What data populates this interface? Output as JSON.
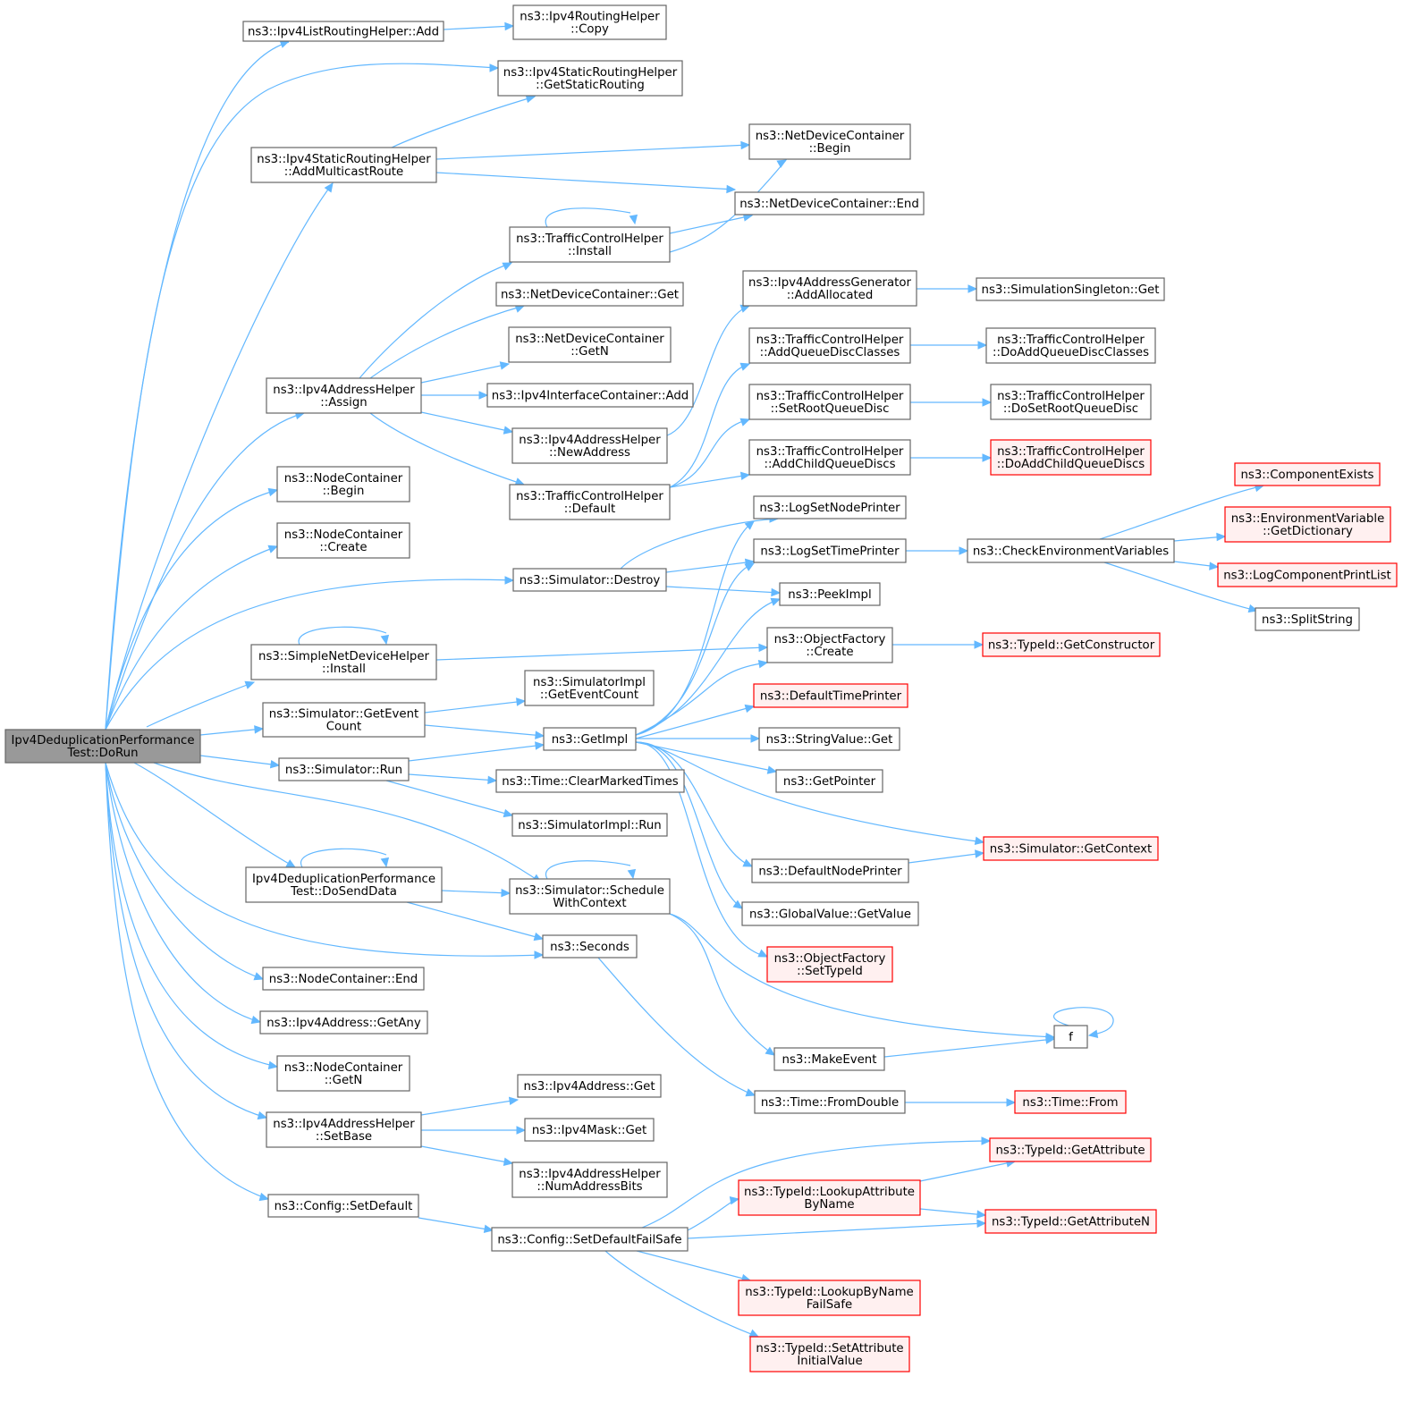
{
  "diagram": {
    "colors": {
      "edge": "#63b8ff",
      "node_border": "#666666",
      "root_fill": "#999999",
      "truncated_fill": "#fff0f0",
      "truncated_border": "#ff0000"
    },
    "nodes": [
      {
        "id": "root",
        "lines": [
          "Ipv4DeduplicationPerformance",
          "Test::DoRun"
        ],
        "style": "root"
      },
      {
        "id": "lrh_add",
        "lines": [
          "ns3::Ipv4ListRoutingHelper::Add"
        ]
      },
      {
        "id": "rh_copy",
        "lines": [
          "ns3::Ipv4RoutingHelper",
          "::Copy"
        ]
      },
      {
        "id": "srh_gsr",
        "lines": [
          "ns3::Ipv4StaticRoutingHelper",
          "::GetStaticRouting"
        ]
      },
      {
        "id": "srh_amr",
        "lines": [
          "ns3::Ipv4StaticRoutingHelper",
          "::AddMulticastRoute"
        ]
      },
      {
        "id": "ndc_begin",
        "lines": [
          "ns3::NetDeviceContainer",
          "::Begin"
        ]
      },
      {
        "id": "ndc_end",
        "lines": [
          "ns3::NetDeviceContainer::End"
        ]
      },
      {
        "id": "tch_install",
        "lines": [
          "ns3::TrafficControlHelper",
          "::Install"
        ]
      },
      {
        "id": "ndc_get",
        "lines": [
          "ns3::NetDeviceContainer::Get"
        ]
      },
      {
        "id": "ag_alloc",
        "lines": [
          "ns3::Ipv4AddressGenerator",
          "::AddAllocated"
        ]
      },
      {
        "id": "ss_get",
        "lines": [
          "ns3::SimulationSingleton::Get"
        ]
      },
      {
        "id": "ndc_getn",
        "lines": [
          "ns3::NetDeviceContainer",
          "::GetN"
        ]
      },
      {
        "id": "tch_aqdc",
        "lines": [
          "ns3::TrafficControlHelper",
          "::AddQueueDiscClasses"
        ]
      },
      {
        "id": "tch_doaqdc",
        "lines": [
          "ns3::TrafficControlHelper",
          "::DoAddQueueDiscClasses"
        ]
      },
      {
        "id": "ah_assign",
        "lines": [
          "ns3::Ipv4AddressHelper",
          "::Assign"
        ]
      },
      {
        "id": "ic_add",
        "lines": [
          "ns3::Ipv4InterfaceContainer::Add"
        ]
      },
      {
        "id": "tch_srqd",
        "lines": [
          "ns3::TrafficControlHelper",
          "::SetRootQueueDisc"
        ]
      },
      {
        "id": "tch_dosrqd",
        "lines": [
          "ns3::TrafficControlHelper",
          "::DoSetRootQueueDisc"
        ]
      },
      {
        "id": "ah_newaddr",
        "lines": [
          "ns3::Ipv4AddressHelper",
          "::NewAddress"
        ]
      },
      {
        "id": "tch_acqd",
        "lines": [
          "ns3::TrafficControlHelper",
          "::AddChildQueueDiscs"
        ]
      },
      {
        "id": "tch_doacqd",
        "lines": [
          "ns3::TrafficControlHelper",
          "::DoAddChildQueueDiscs"
        ],
        "style": "trunc"
      },
      {
        "id": "nc_begin",
        "lines": [
          "ns3::NodeContainer",
          "::Begin"
        ]
      },
      {
        "id": "tch_default",
        "lines": [
          "ns3::TrafficControlHelper",
          "::Default"
        ]
      },
      {
        "id": "comp_exists",
        "lines": [
          "ns3::ComponentExists"
        ],
        "style": "trunc"
      },
      {
        "id": "log_snp",
        "lines": [
          "ns3::LogSetNodePrinter"
        ]
      },
      {
        "id": "env_getdict",
        "lines": [
          "ns3::EnvironmentVariable",
          "::GetDictionary"
        ],
        "style": "trunc"
      },
      {
        "id": "nc_create",
        "lines": [
          "ns3::NodeContainer",
          "::Create"
        ]
      },
      {
        "id": "log_stp",
        "lines": [
          "ns3::LogSetTimePrinter"
        ]
      },
      {
        "id": "check_env",
        "lines": [
          "ns3::CheckEnvironmentVariables"
        ]
      },
      {
        "id": "log_cpl",
        "lines": [
          "ns3::LogComponentPrintList"
        ],
        "style": "trunc"
      },
      {
        "id": "sim_destroy",
        "lines": [
          "ns3::Simulator::Destroy"
        ]
      },
      {
        "id": "peekimpl",
        "lines": [
          "ns3::PeekImpl"
        ]
      },
      {
        "id": "split_string",
        "lines": [
          "ns3::SplitString"
        ]
      },
      {
        "id": "snd_install",
        "lines": [
          "ns3::SimpleNetDeviceHelper",
          "::Install"
        ]
      },
      {
        "id": "of_create",
        "lines": [
          "ns3::ObjectFactory",
          "::Create"
        ]
      },
      {
        "id": "tid_getctor",
        "lines": [
          "ns3::TypeId::GetConstructor"
        ],
        "style": "trunc"
      },
      {
        "id": "simimpl_gec",
        "lines": [
          "ns3::SimulatorImpl",
          "::GetEventCount"
        ]
      },
      {
        "id": "def_tp",
        "lines": [
          "ns3::DefaultTimePrinter"
        ],
        "style": "trunc"
      },
      {
        "id": "sim_gec",
        "lines": [
          "ns3::Simulator::GetEvent",
          "Count"
        ]
      },
      {
        "id": "getimpl",
        "lines": [
          "ns3::GetImpl"
        ]
      },
      {
        "id": "sv_get",
        "lines": [
          "ns3::StringValue::Get"
        ]
      },
      {
        "id": "sim_run",
        "lines": [
          "ns3::Simulator::Run"
        ]
      },
      {
        "id": "t_cmt",
        "lines": [
          "ns3::Time::ClearMarkedTimes"
        ]
      },
      {
        "id": "getptr",
        "lines": [
          "ns3::GetPointer"
        ]
      },
      {
        "id": "simimpl_run",
        "lines": [
          "ns3::SimulatorImpl::Run"
        ]
      },
      {
        "id": "sim_getctx",
        "lines": [
          "ns3::Simulator::GetContext"
        ],
        "style": "trunc"
      },
      {
        "id": "def_np",
        "lines": [
          "ns3::DefaultNodePrinter"
        ]
      },
      {
        "id": "dosend",
        "lines": [
          "Ipv4DeduplicationPerformance",
          "Test::DoSendData"
        ]
      },
      {
        "id": "sim_swc",
        "lines": [
          "ns3::Simulator::Schedule",
          "WithContext"
        ]
      },
      {
        "id": "gv_getval",
        "lines": [
          "ns3::GlobalValue::GetValue"
        ]
      },
      {
        "id": "seconds",
        "lines": [
          "ns3::Seconds"
        ]
      },
      {
        "id": "of_settid",
        "lines": [
          "ns3::ObjectFactory",
          "::SetTypeId"
        ],
        "style": "trunc"
      },
      {
        "id": "nc_end",
        "lines": [
          "ns3::NodeContainer::End"
        ]
      },
      {
        "id": "f",
        "lines": [
          "f"
        ]
      },
      {
        "id": "a_getany",
        "lines": [
          "ns3::Ipv4Address::GetAny"
        ]
      },
      {
        "id": "make_event",
        "lines": [
          "ns3::MakeEvent"
        ]
      },
      {
        "id": "nc_getn",
        "lines": [
          "ns3::NodeContainer",
          "::GetN"
        ]
      },
      {
        "id": "t_fromdouble",
        "lines": [
          "ns3::Time::FromDouble"
        ]
      },
      {
        "id": "t_from",
        "lines": [
          "ns3::Time::From"
        ],
        "style": "trunc"
      },
      {
        "id": "a_get",
        "lines": [
          "ns3::Ipv4Address::Get"
        ]
      },
      {
        "id": "ah_setbase",
        "lines": [
          "ns3::Ipv4AddressHelper",
          "::SetBase"
        ]
      },
      {
        "id": "mask_get",
        "lines": [
          "ns3::Ipv4Mask::Get"
        ]
      },
      {
        "id": "tid_getattr",
        "lines": [
          "ns3::TypeId::GetAttribute"
        ],
        "style": "trunc"
      },
      {
        "id": "ah_nab",
        "lines": [
          "ns3::Ipv4AddressHelper",
          "::NumAddressBits"
        ]
      },
      {
        "id": "tid_lan",
        "lines": [
          "ns3::TypeId::LookupAttribute",
          "ByName"
        ],
        "style": "trunc"
      },
      {
        "id": "cfg_sd",
        "lines": [
          "ns3::Config::SetDefault"
        ]
      },
      {
        "id": "tid_getattrn",
        "lines": [
          "ns3::TypeId::GetAttributeN"
        ],
        "style": "trunc"
      },
      {
        "id": "cfg_sdfs",
        "lines": [
          "ns3::Config::SetDefaultFailSafe"
        ]
      },
      {
        "id": "tid_lbnfs",
        "lines": [
          "ns3::TypeId::LookupByName",
          "FailSafe"
        ],
        "style": "trunc"
      },
      {
        "id": "tid_saiv",
        "lines": [
          "ns3::TypeId::SetAttribute",
          "InitialValue"
        ],
        "style": "trunc"
      }
    ]
  }
}
